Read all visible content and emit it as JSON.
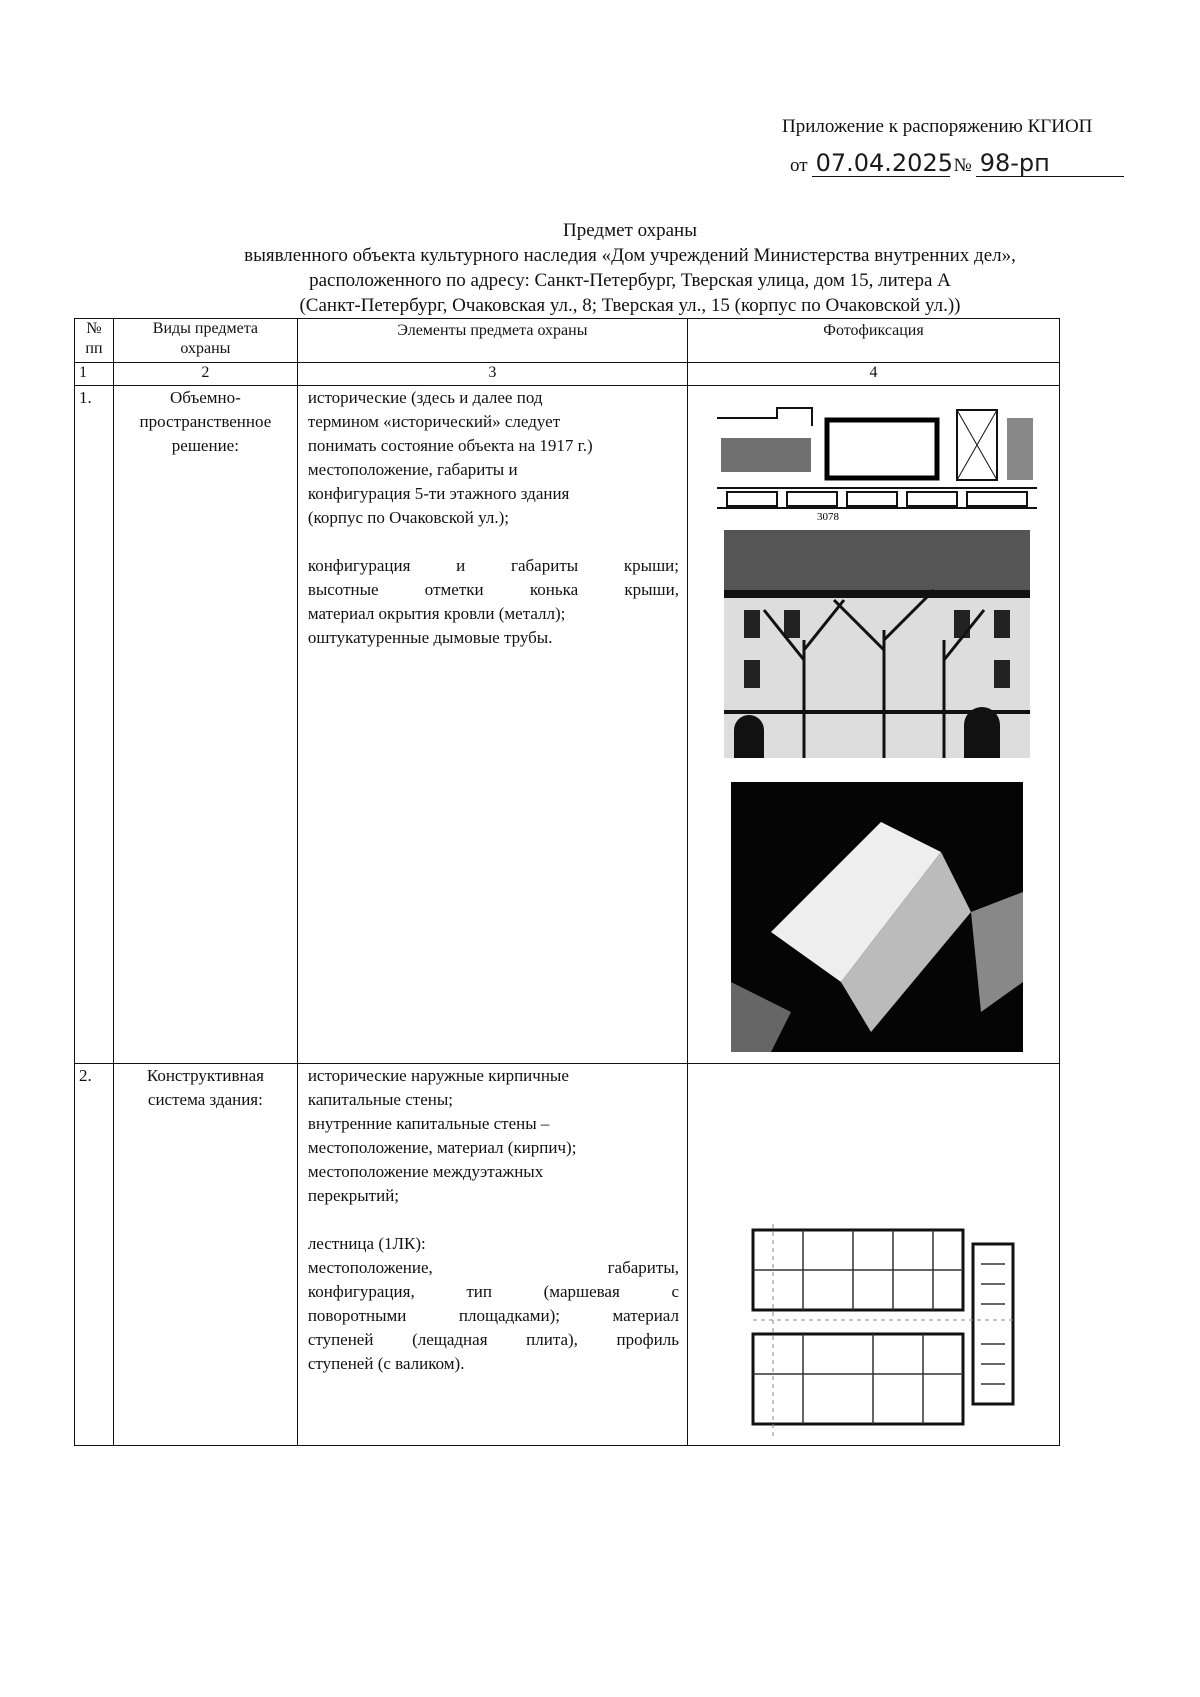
{
  "header": {
    "appendix": "Приложение к распоряжению КГИОП",
    "date_prefix": "от",
    "date": "07.04.2025",
    "number_prefix": "№",
    "number": "98-рп"
  },
  "title": {
    "line1": "Предмет охраны",
    "line2": "выявленного объекта культурного наследия «Дом учреждений Министерства внутренних дел»,",
    "line3": "расположенного по адресу: Санкт-Петербург, Тверская улица, дом 15, литера А",
    "line4": "(Санкт-Петербург, Очаковская ул., 8; Тверская ул., 15 (корпус по Очаковской ул.))"
  },
  "table": {
    "headers": [
      "№ пп",
      "Виды предмета охраны",
      "Элементы предмета охраны",
      "Фотофиксация"
    ],
    "header_lines": {
      "c1a": "№",
      "c1b": "пп",
      "c2a": "Виды предмета",
      "c2b": "охраны"
    },
    "col_numbers": [
      "1",
      "2",
      "3",
      "4"
    ],
    "rows": [
      {
        "num": "1.",
        "type_lines": [
          "Объемно-",
          "пространственное",
          "решение:"
        ],
        "elements_a": [
          "исторические (здесь и далее под",
          "термином «исторический» следует",
          "понимать состояние объекта на 1917 г.)",
          "местоположение, габариты и",
          "конфигурация 5-ти этажного здания",
          "(корпус по Очаковской ул.);"
        ],
        "elements_b": [
          "конфигурация и габариты крыши;",
          "высотные отметки конька крыши,",
          "материал окрытия кровли (металл);",
          "оштукатуренные дымовые трубы."
        ],
        "map_label": "3078"
      },
      {
        "num": "2.",
        "type_lines": [
          "Конструктивная",
          "система здания:"
        ],
        "elements_a": [
          "исторические наружные кирпичные",
          "капитальные стены;",
          "внутренние капитальные стены –",
          "местоположение, материал (кирпич);",
          "местоположение междуэтажных",
          "перекрытий;"
        ],
        "elements_b": [
          "лестница (1ЛК):",
          "местоположение, габариты,",
          "конфигурация, тип (маршевая с",
          "поворотными площадками); материал",
          "ступеней (лещадная плита), профиль",
          "ступеней (с валиком)."
        ]
      }
    ]
  }
}
